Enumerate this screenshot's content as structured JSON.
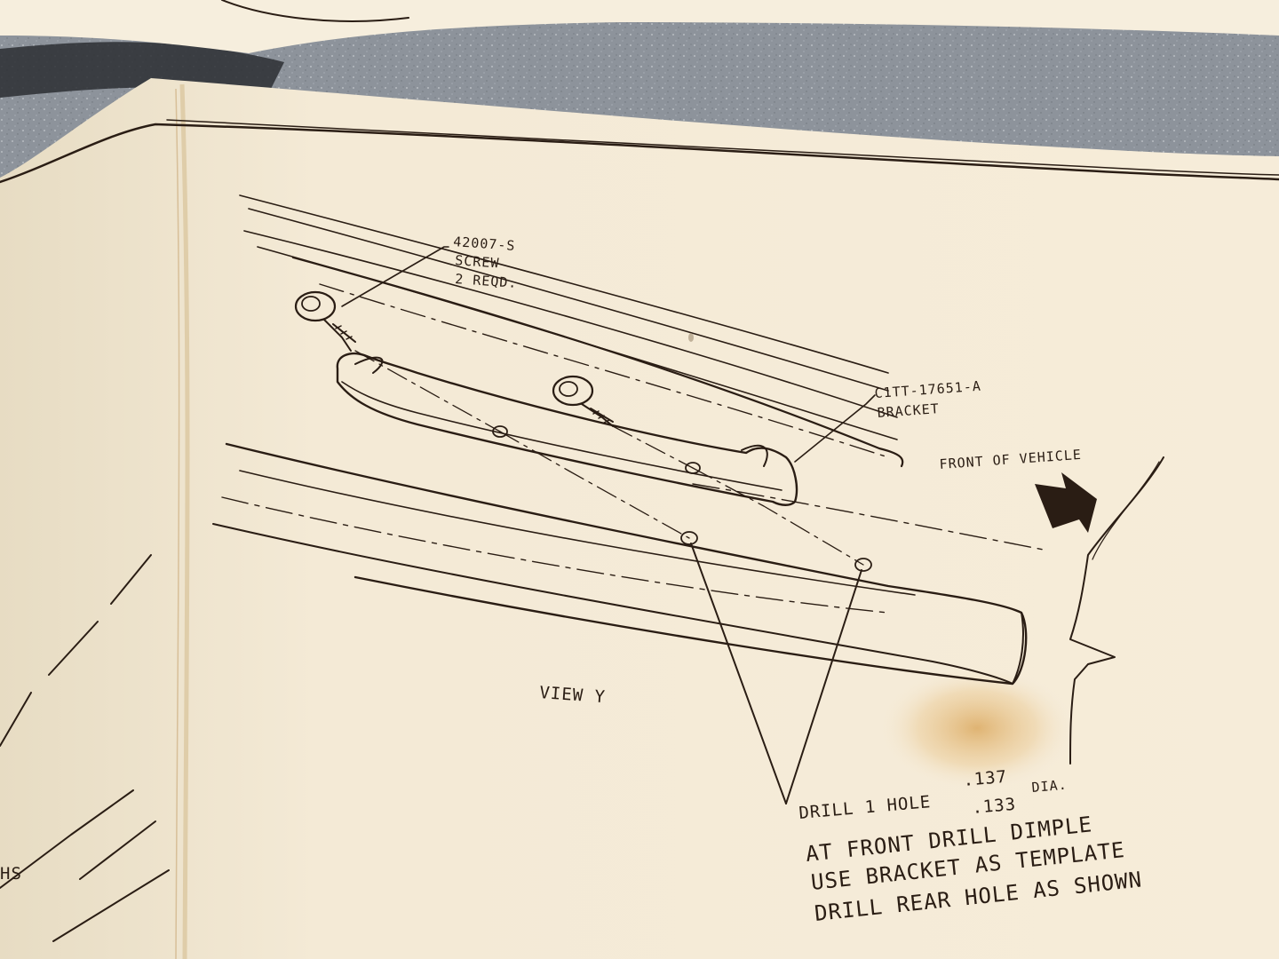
{
  "screw_label": {
    "part_number": "42007-S",
    "name": "SCREW",
    "quantity": "2 REQD."
  },
  "bracket_label": {
    "part_number": "C1TT-17651-A",
    "name": "BRACKET"
  },
  "direction_label": "FRONT OF VEHICLE",
  "view_label": "VIEW Y",
  "drill_note": {
    "prefix": "DRILL 1 HOLE",
    "dia_upper": ".137",
    "dia_lower": ".133",
    "suffix": "DIA.",
    "line2": "AT FRONT DRILL DIMPLE",
    "line3": "USE BRACKET AS TEMPLATE",
    "line4": "DRILL REAR HOLE AS SHOWN"
  },
  "edge_fragment": "HS",
  "colors": {
    "paper": "#f4ead7",
    "ink": "#2a1d14",
    "countertop": "#8e949c",
    "stain": "#d9a65a"
  }
}
